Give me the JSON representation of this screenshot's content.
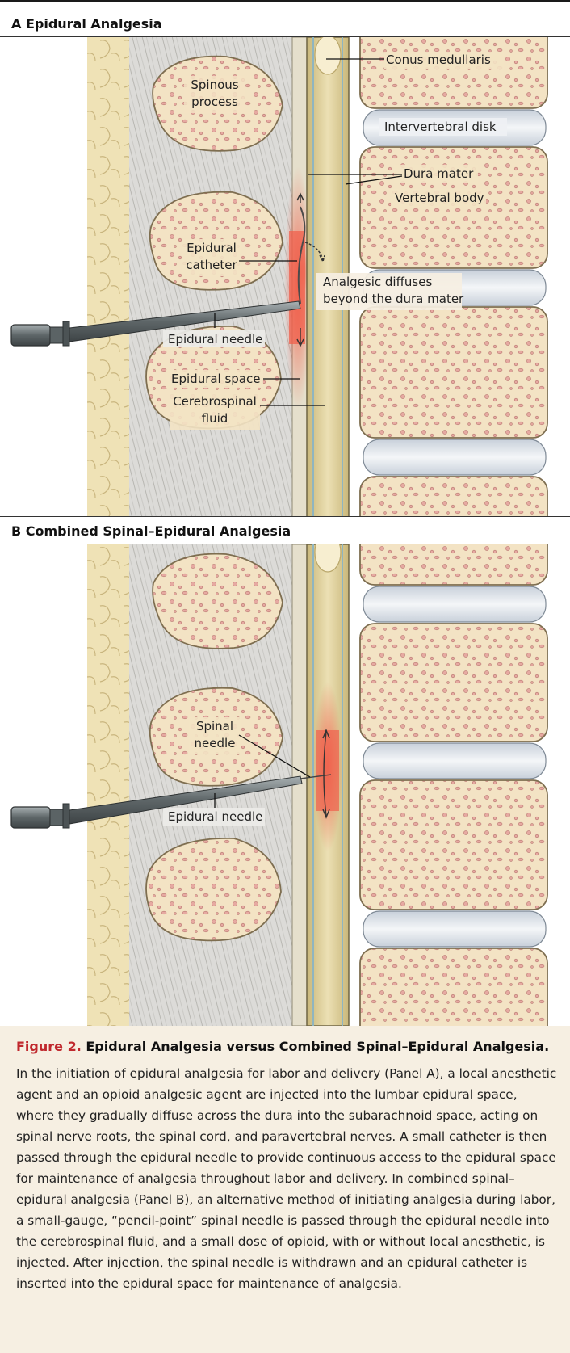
{
  "panels": {
    "a": {
      "title": "A  Epidural Analgesia",
      "labels": {
        "conus": "Conus medullaris",
        "disk": "Intervertebral disk",
        "dura": "Dura mater",
        "vertebral_body": "Vertebral body",
        "spinous_1": "Spinous",
        "spinous_2": "process",
        "catheter_1": "Epidural",
        "catheter_2": "catheter",
        "diffuse_1": "Analgesic diffuses",
        "diffuse_2": "beyond the dura mater",
        "needle": "Epidural needle",
        "space": "Epidural space",
        "csf_1": "Cerebrospinal",
        "csf_2": "fluid"
      }
    },
    "b": {
      "title": "B  Combined Spinal–Epidural Analgesia",
      "labels": {
        "spinal_1": "Spinal",
        "spinal_2": "needle",
        "needle": "Epidural needle"
      }
    }
  },
  "caption": {
    "figure_label": "Figure 2.",
    "title": "Epidural Analgesia versus Combined Spinal–Epidural Analgesia.",
    "body": "In the initiation of epidural analgesia for labor and delivery (Panel A), a local anesthetic agent and an opioid analgesic agent are injected into the lumbar epidural space, where they gradually diffuse across the dura into the subarachnoid space, acting on spinal nerve roots, the spinal cord, and paravertebral nerves. A small catheter is then passed through the epidural needle to provide continuous access to the epidural space for maintenance of analgesia throughout labor and delivery. In combined spinal–epidural analgesia (Panel B), an alternative method of initiating analgesia during labor, a small-gauge, “pencil-point” spinal needle is passed through the epidural needle into the cerebrospinal fluid, and a small dose of opioid, with or without local anesthetic, is injected. After injection, the spinal needle is withdrawn and an epidural catheter is inserted into the epidural space for maintenance of analgesia."
  },
  "colors": {
    "bone": "#f3e3c4",
    "bone_edge": "#8a7a5a",
    "marrow": "#e8b9b0",
    "fat": "#efe2b6",
    "muscle": "#dcdbd8",
    "disk": "#dde3ea",
    "dura": "#d6c98f",
    "anesthetic": "#f26a5a",
    "needle": "#6f7779",
    "caption_bg": "#f6efe2",
    "figure_red": "#c0282d"
  }
}
